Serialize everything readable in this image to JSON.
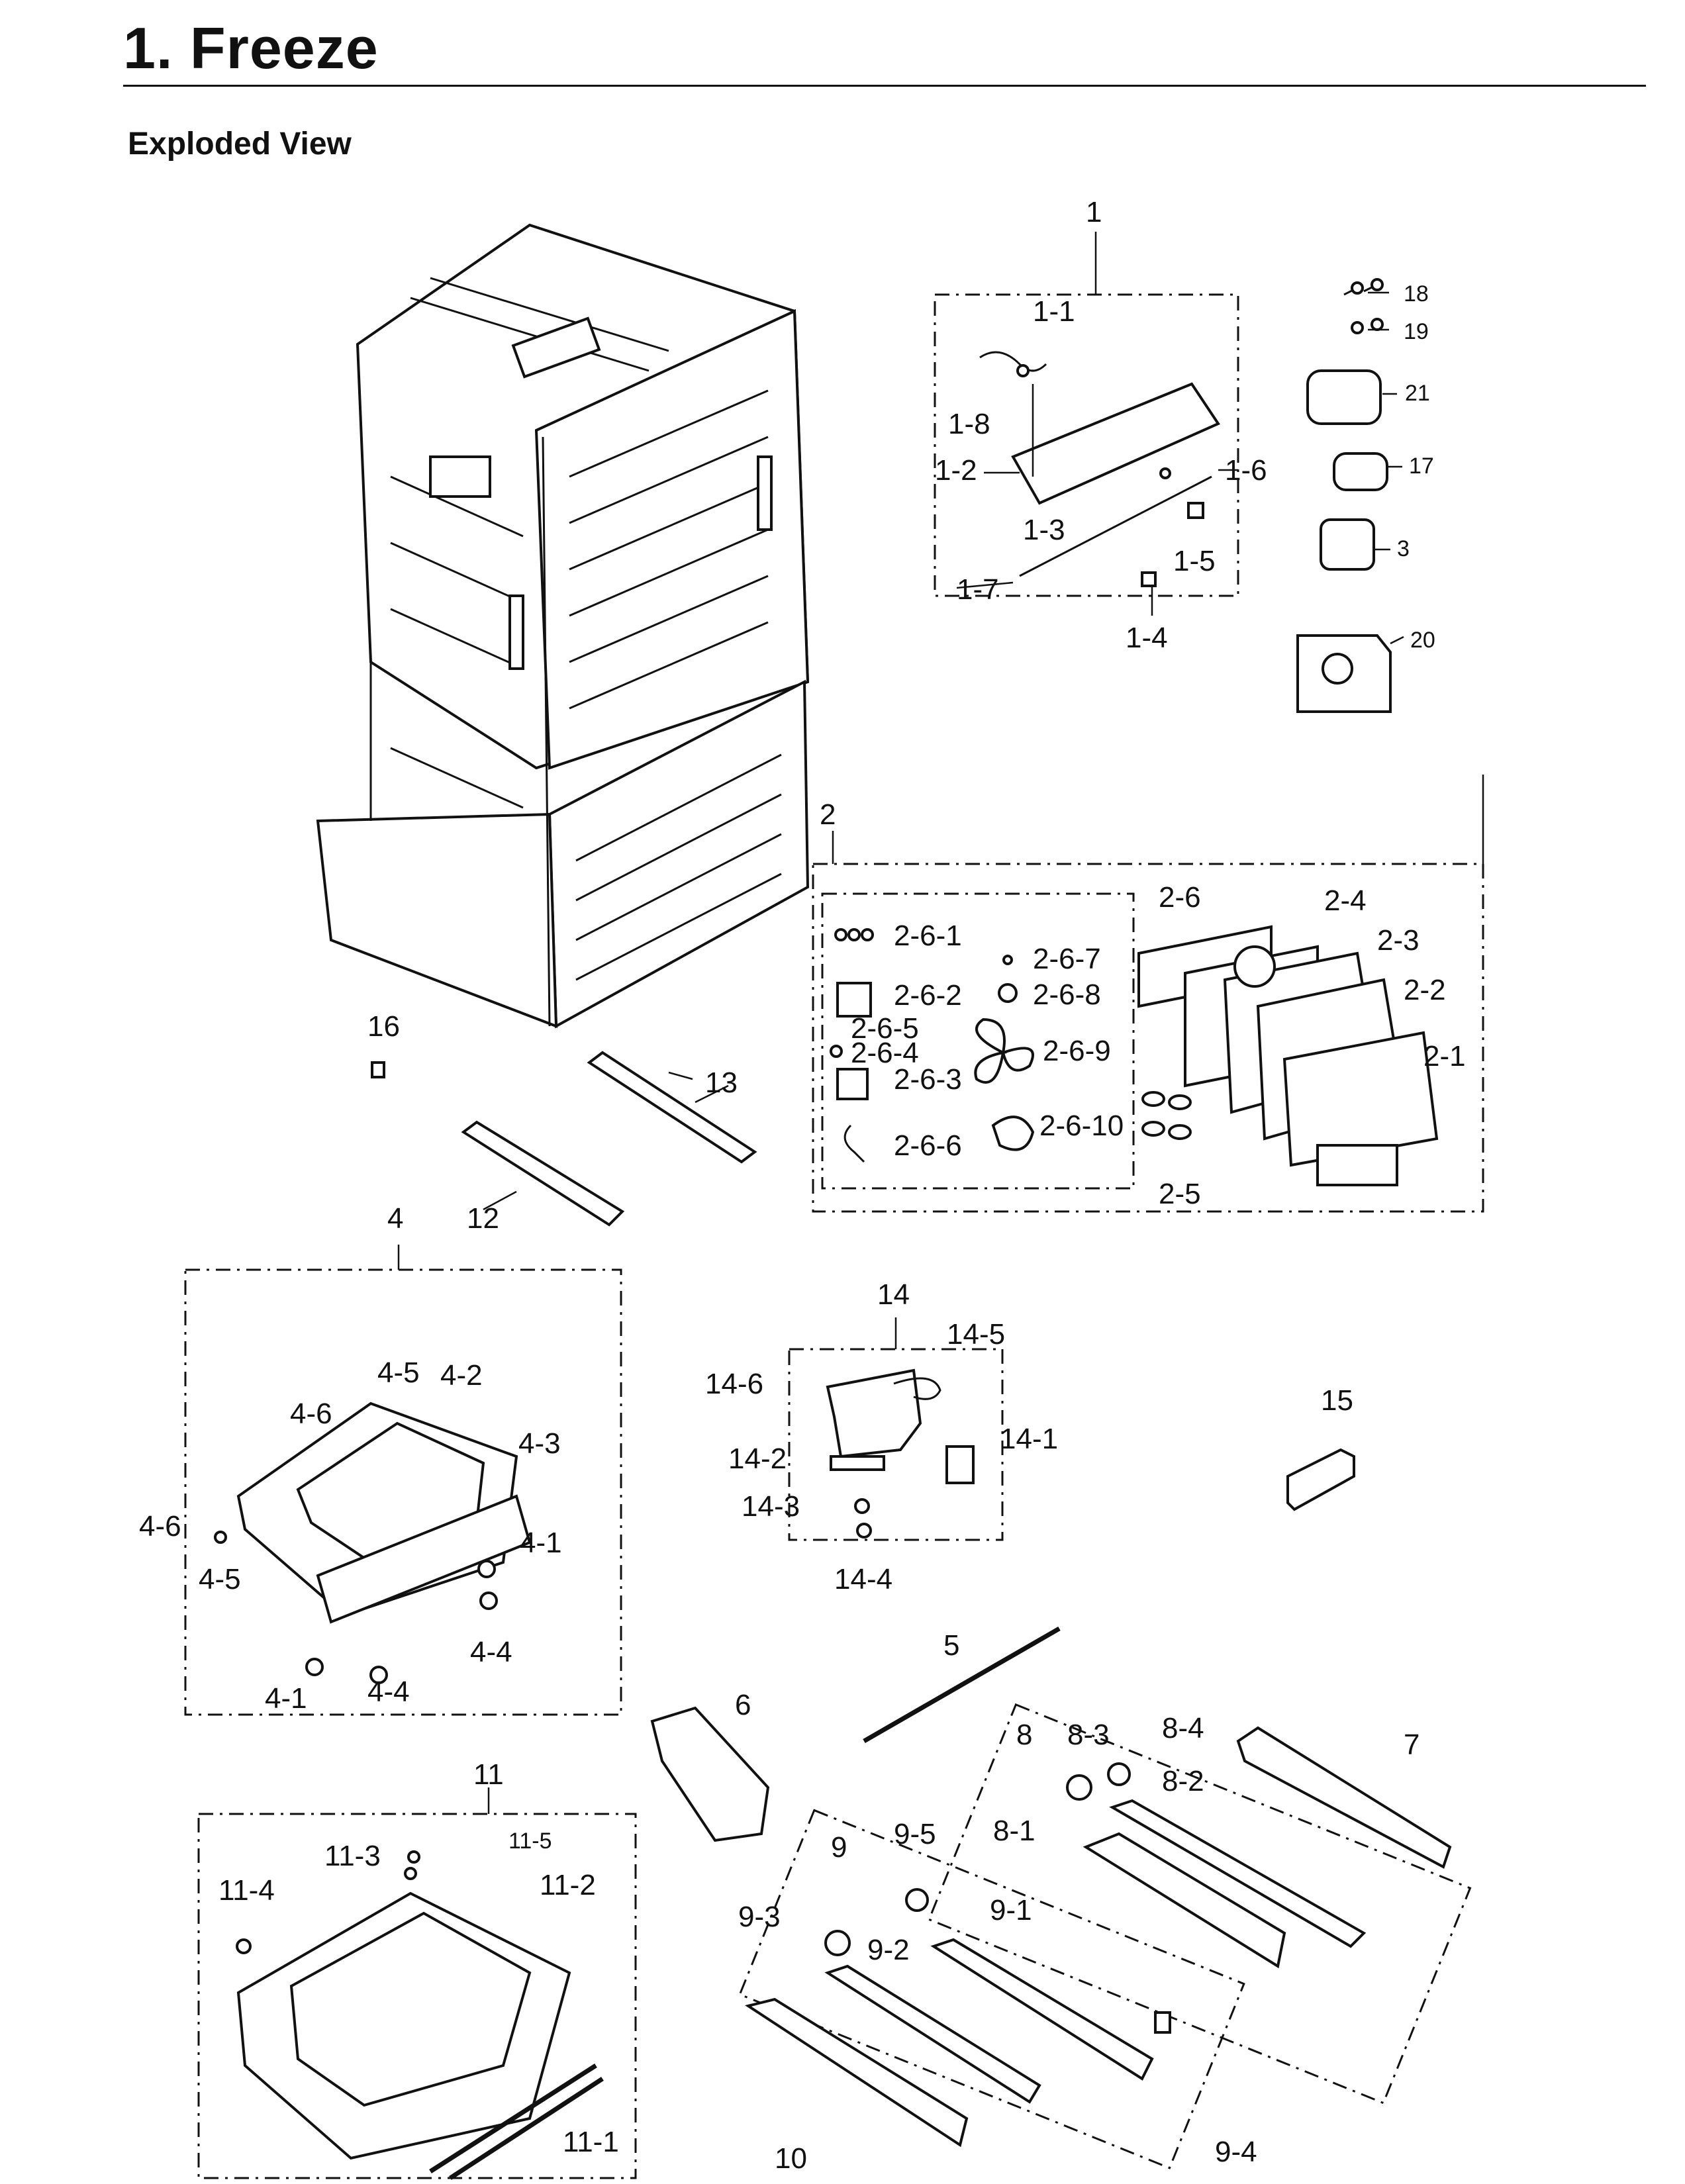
{
  "page": {
    "title": "1. Freeze",
    "subtitle": "Exploded View"
  },
  "callouts": {
    "c1": "1",
    "c1_1": "1-1",
    "c1_2": "1-2",
    "c1_3": "1-3",
    "c1_4": "1-4",
    "c1_5": "1-5",
    "c1_6": "1-6",
    "c1_7": "1-7",
    "c1_8": "1-8",
    "c2": "2",
    "c2_1": "2-1",
    "c2_2": "2-2",
    "c2_3": "2-3",
    "c2_4": "2-4",
    "c2_5": "2-5",
    "c2_6": "2-6",
    "c2_6_1": "2-6-1",
    "c2_6_2": "2-6-2",
    "c2_6_3": "2-6-3",
    "c2_6_4": "2-6-4",
    "c2_6_5": "2-6-5",
    "c2_6_6": "2-6-6",
    "c2_6_7": "2-6-7",
    "c2_6_8": "2-6-8",
    "c2_6_9": "2-6-9",
    "c2_6_10": "2-6-10",
    "c3": "3",
    "c4": "4",
    "c4_1a": "4-1",
    "c4_1b": "4-1",
    "c4_2": "4-2",
    "c4_3": "4-3",
    "c4_4a": "4-4",
    "c4_4b": "4-4",
    "c4_5a": "4-5",
    "c4_5b": "4-5",
    "c4_6a": "4-6",
    "c4_6b": "4-6",
    "c5": "5",
    "c6": "6",
    "c7": "7",
    "c8": "8",
    "c8_1": "8-1",
    "c8_2": "8-2",
    "c8_3": "8-3",
    "c8_4": "8-4",
    "c9": "9",
    "c9_1": "9-1",
    "c9_2": "9-2",
    "c9_3": "9-3",
    "c9_4": "9-4",
    "c9_5": "9-5",
    "c10": "10",
    "c11": "11",
    "c11_1": "11-1",
    "c11_2": "11-2",
    "c11_3": "11-3",
    "c11_4": "11-4",
    "c11_5": "11-5",
    "c12": "12",
    "c13": "13",
    "c14": "14",
    "c14_1": "14-1",
    "c14_2": "14-2",
    "c14_3": "14-3",
    "c14_4": "14-4",
    "c14_5": "14-5",
    "c14_6": "14-6",
    "c15": "15",
    "c16": "16",
    "c17": "17",
    "c18": "18",
    "c19": "19",
    "c20": "20",
    "c21": "21"
  }
}
